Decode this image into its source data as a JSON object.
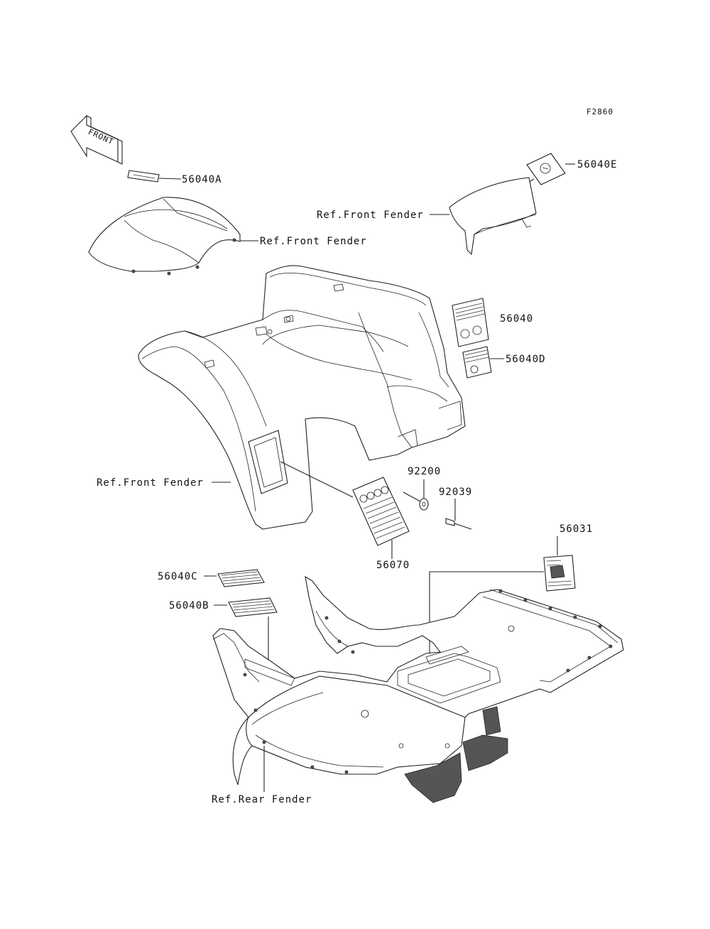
{
  "figure_code": "F2860",
  "front_arrow_label": "FRONT",
  "callouts": {
    "p56040A": "56040A",
    "p56040E": "56040E",
    "ref_front_fender_1": "Ref.Front Fender",
    "ref_front_fender_2": "Ref.Front Fender",
    "ref_front_fender_3": "Ref.Front Fender",
    "p56040": "56040",
    "p56040D": "56040D",
    "p92200": "92200",
    "p92039": "92039",
    "p56070": "56070",
    "p56031": "56031",
    "p56040C": "56040C",
    "p56040B": "56040B",
    "ref_rear_fender": "Ref.Rear Fender"
  }
}
